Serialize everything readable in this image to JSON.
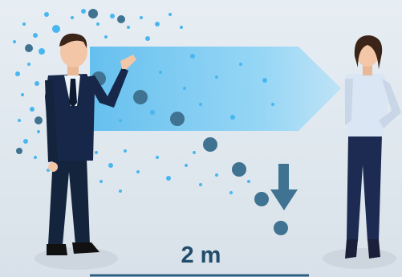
{
  "distance_label": "2 m",
  "colors": {
    "background": "#e2e9ef",
    "airflow_arrow": "#5fc3f2",
    "droplet_light": "#49b6ef",
    "droplet_dark": "#3f7391",
    "fall_arrow": "#3f7391",
    "distance_line": "#2c5f80",
    "distance_text": "#1f4d6b",
    "suit": "#15243d",
    "shirt_woman": "#dbe6f4",
    "skin": "#f2c6a6",
    "hair": "#3b2418"
  },
  "icons": [
    "man-speaking-figure",
    "woman-listening-figure",
    "airflow-arrow",
    "droplet-cloud",
    "falling-droplets",
    "down-arrow-icon",
    "distance-line"
  ]
}
